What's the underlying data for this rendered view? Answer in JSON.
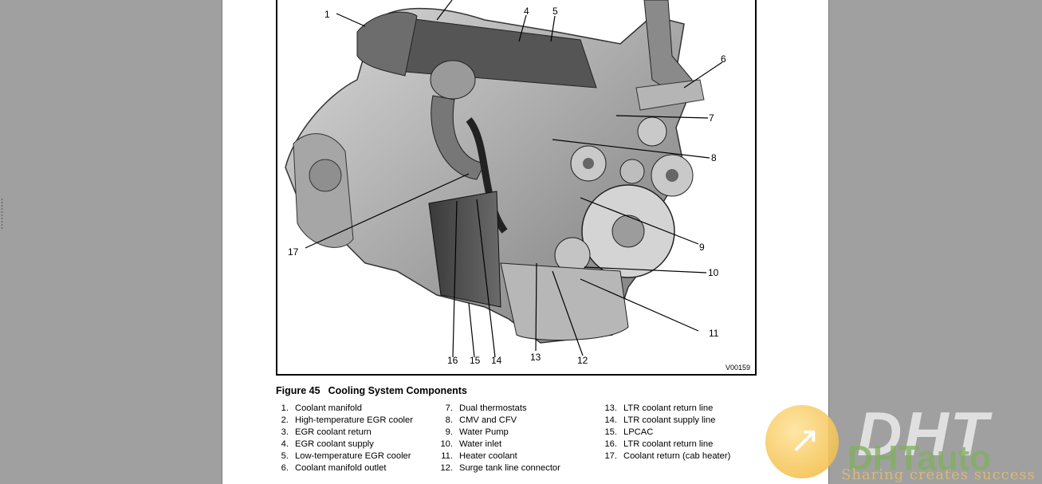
{
  "figure": {
    "callouts": [
      "1",
      "4",
      "5",
      "6",
      "7",
      "8",
      "9",
      "10",
      "11",
      "12",
      "13",
      "14",
      "15",
      "16",
      "17"
    ],
    "figure_id": "V00159",
    "caption_number": "Figure 45",
    "caption_title": "Cooling System Components"
  },
  "legend": {
    "col1": [
      {
        "num": "1.",
        "text": "Coolant manifold"
      },
      {
        "num": "2.",
        "text": "High-temperature EGR cooler"
      },
      {
        "num": "3.",
        "text": "EGR coolant return"
      },
      {
        "num": "4.",
        "text": "EGR coolant supply"
      },
      {
        "num": "5.",
        "text": "Low-temperature EGR cooler"
      },
      {
        "num": "6.",
        "text": "Coolant manifold outlet"
      }
    ],
    "col2": [
      {
        "num": "7.",
        "text": "Dual thermostats"
      },
      {
        "num": "8.",
        "text": "CMV and CFV"
      },
      {
        "num": "9.",
        "text": "Water Pump"
      },
      {
        "num": "10.",
        "text": "Water inlet"
      },
      {
        "num": "11.",
        "text": "Heater coolant"
      },
      {
        "num": "12.",
        "text": "Surge tank line connector"
      }
    ],
    "col3": [
      {
        "num": "13.",
        "text": "LTR coolant return line"
      },
      {
        "num": "14.",
        "text": "LTR coolant supply line"
      },
      {
        "num": "15.",
        "text": "LPCAC"
      },
      {
        "num": "16.",
        "text": "LTR coolant return line"
      },
      {
        "num": "17.",
        "text": "Coolant return (cab heater)"
      }
    ]
  },
  "watermark": {
    "big": "DHT",
    "small": "DHT",
    "suffix": "auto",
    "tagline": "Sharing creates success"
  }
}
